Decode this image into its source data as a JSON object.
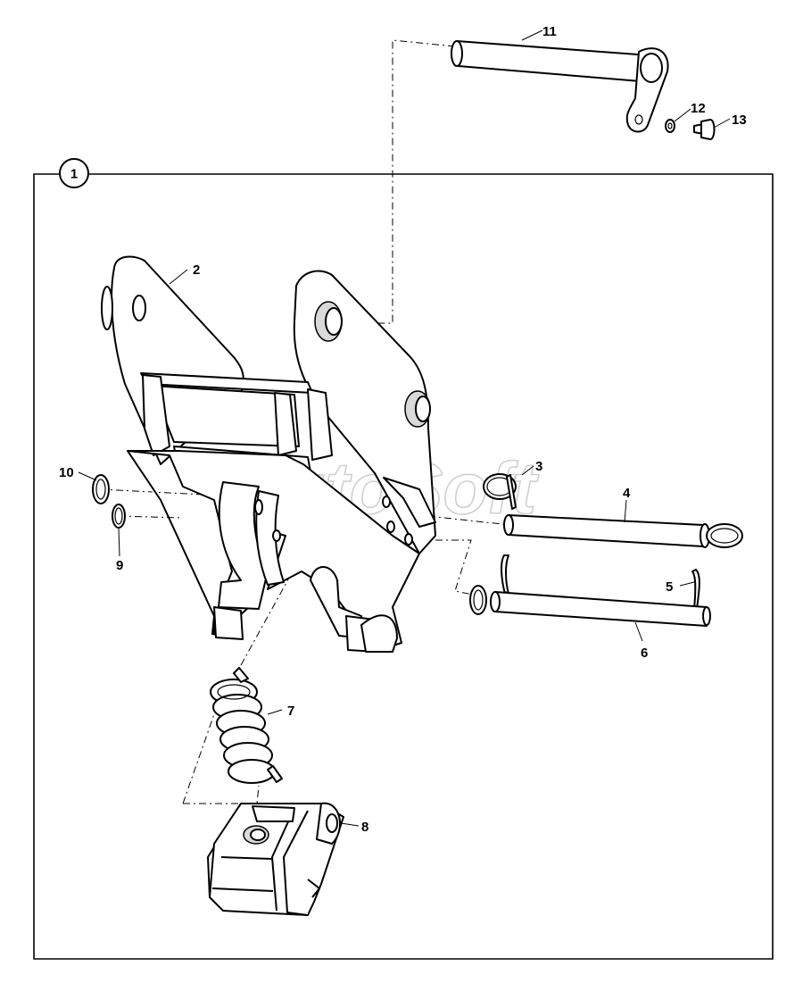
{
  "diagram": {
    "assembly_label": "1",
    "callouts": [
      "2",
      "3",
      "4",
      "5",
      "6",
      "7",
      "8",
      "9",
      "10",
      "11",
      "12",
      "13"
    ],
    "watermark": "AutoSoft"
  }
}
